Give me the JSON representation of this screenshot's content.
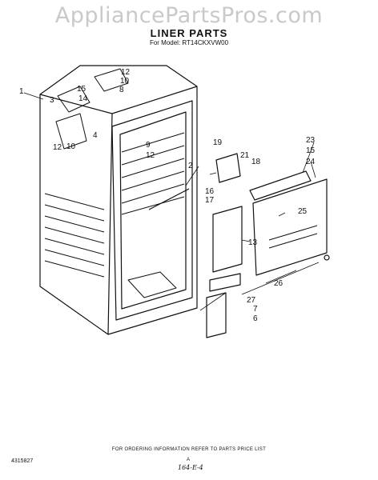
{
  "watermark": "AppliancePartsPros.com",
  "header": {
    "title": "LINER PARTS",
    "model_line": "For Model: RT14CKXVW00"
  },
  "callouts": [
    "1",
    "3",
    "12",
    "10",
    "8",
    "15",
    "14",
    "4",
    "12",
    "10",
    "9",
    "12",
    "2",
    "19",
    "21",
    "18",
    "16",
    "17",
    "23",
    "15",
    "24",
    "25",
    "13",
    "26",
    "27",
    "7",
    "6"
  ],
  "footer": {
    "ordering_note": "FOR ORDERING INFORMATION REFER TO PARTS PRICE LIST",
    "doc_number": "4315827",
    "page_letter": "A",
    "handwritten": "164-E-4"
  }
}
